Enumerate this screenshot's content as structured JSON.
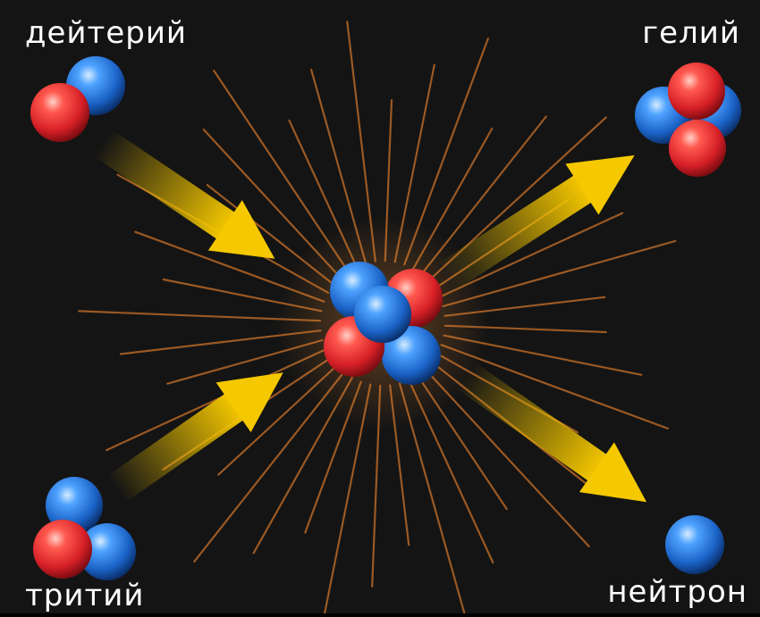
{
  "labels": {
    "deuterium": "дейтерий",
    "helium": "гелий",
    "tritium": "тритий",
    "neutron": "нейтрон"
  },
  "colors": {
    "background": "#141414",
    "proton": "#e8262c",
    "neutron": "#1f6fd1",
    "arrow": "#f5c800",
    "rays": "#c8702a",
    "label": "#ffffff"
  }
}
